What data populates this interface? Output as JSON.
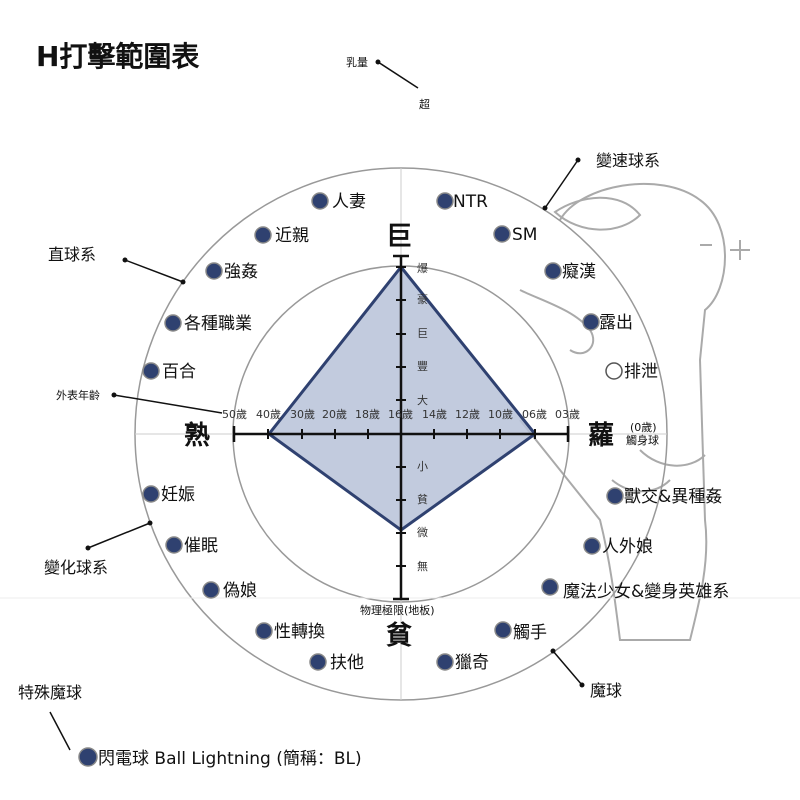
{
  "title": "H打擊範圍表",
  "top_marker": {
    "label": "乳量",
    "sub": "超"
  },
  "axis_ends": {
    "up": "巨",
    "right": "蘿",
    "down": "貧",
    "left": "熟"
  },
  "right_sub": {
    "line1": "(0歲)",
    "line2": "觸身球"
  },
  "bottom_sub": "物理極限(地板)",
  "age_label": "外表年齡",
  "ages_left": [
    "50歲",
    "40歲",
    "30歲",
    "20歲",
    "18歲"
  ],
  "age_center": "16歲",
  "ages_right": [
    "14歲",
    "12歲",
    "10歲",
    "06歲",
    "03歲"
  ],
  "ticks_up": [
    "大",
    "豐",
    "巨",
    "豪",
    "爆"
  ],
  "ticks_down": [
    "小",
    "貧",
    "微",
    "無"
  ],
  "categories": {
    "transform": "變速球系",
    "straight": "直球系",
    "curve": "變化球系",
    "magic": "魔球",
    "special": "特殊魔球"
  },
  "items": {
    "hitozuma": "人妻",
    "chikashin": "近親",
    "gokan": "強姦",
    "shokugyo": "各種職業",
    "yuri": "百合",
    "ntr": "NTR",
    "sm": "SM",
    "chikan": "癡漢",
    "roshutsu": "露出",
    "haisetsu": "排泄",
    "ninshin": "妊娠",
    "saimin": "催眠",
    "otokonoko": "偽娘",
    "seitenkan": "性轉換",
    "futanari": "扶他",
    "jukan": "獸交&異種姦",
    "jingai": "人外娘",
    "mahou": "魔法少女&變身英雄系",
    "shokushu": "觸手",
    "ryouki": "獵奇",
    "bl": "閃電球 Ball Lightning (簡稱：BL)"
  },
  "chart_data": {
    "type": "radar",
    "axes": [
      "巨",
      "蘿",
      "貧",
      "熟"
    ],
    "polygon_fill": "#b7c2d8",
    "polygon_stroke": "#2f4170",
    "dot_color": "#2f4170"
  }
}
